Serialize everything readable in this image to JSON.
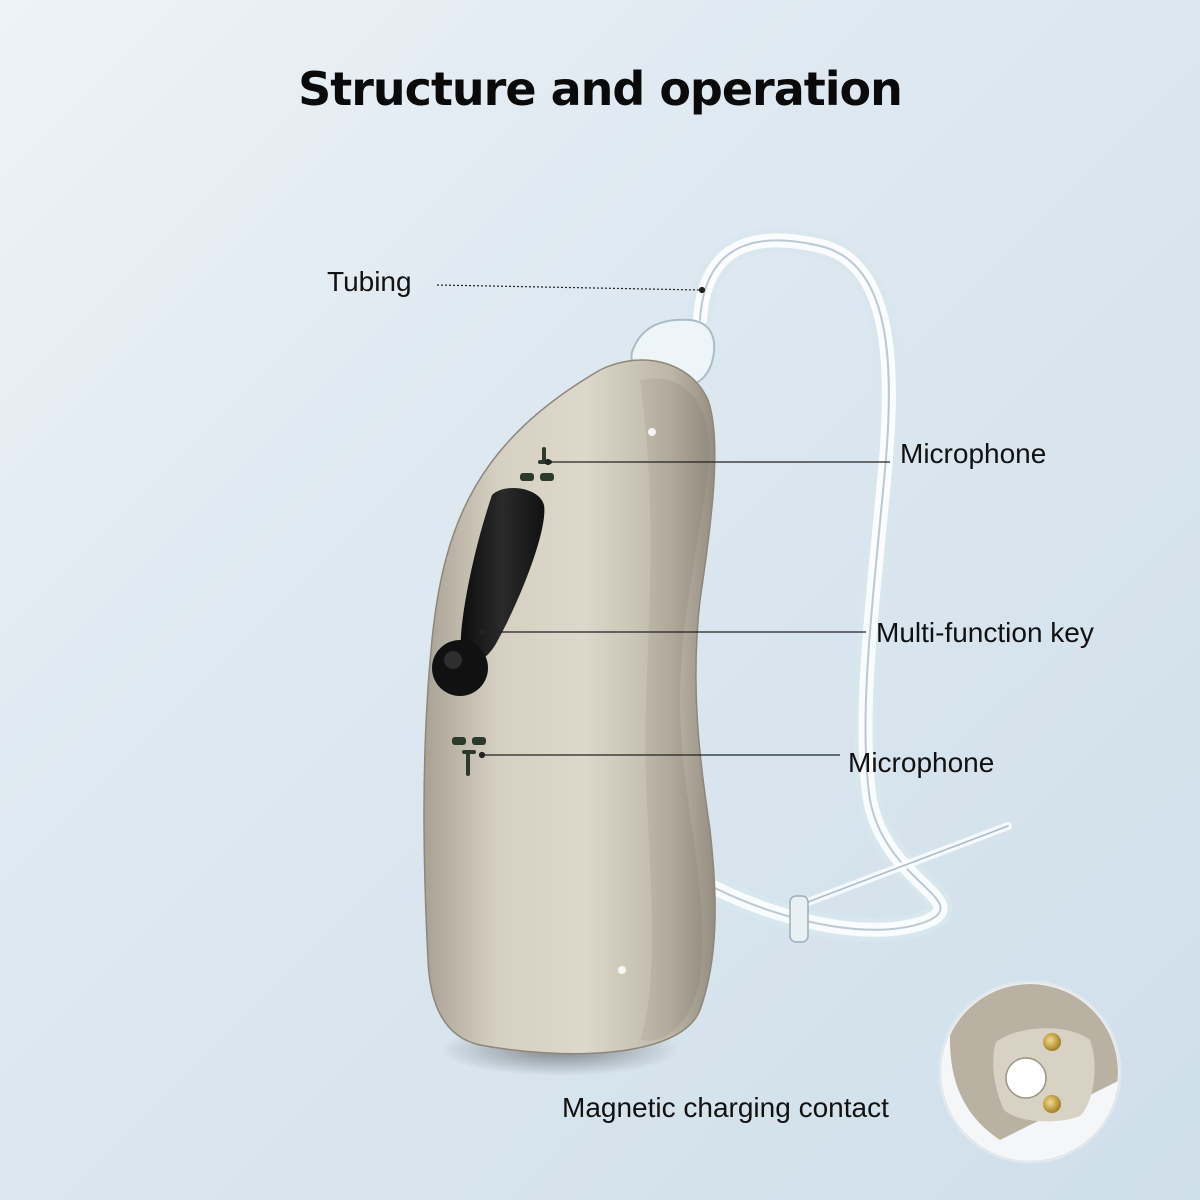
{
  "title": "Structure and operation",
  "labels": {
    "tubing": "Tubing",
    "microphone_top": "Microphone",
    "multi_function_key": "Multi-function key",
    "microphone_bottom": "Microphone",
    "magnetic_charging_contact": "Magnetic charging contact"
  },
  "colors": {
    "background_light": "#eef3f7",
    "background_dark": "#cfdfea",
    "device_body": "#cfc8b8",
    "key": "#1a1a1a",
    "contact_gold": "#c9a646"
  }
}
